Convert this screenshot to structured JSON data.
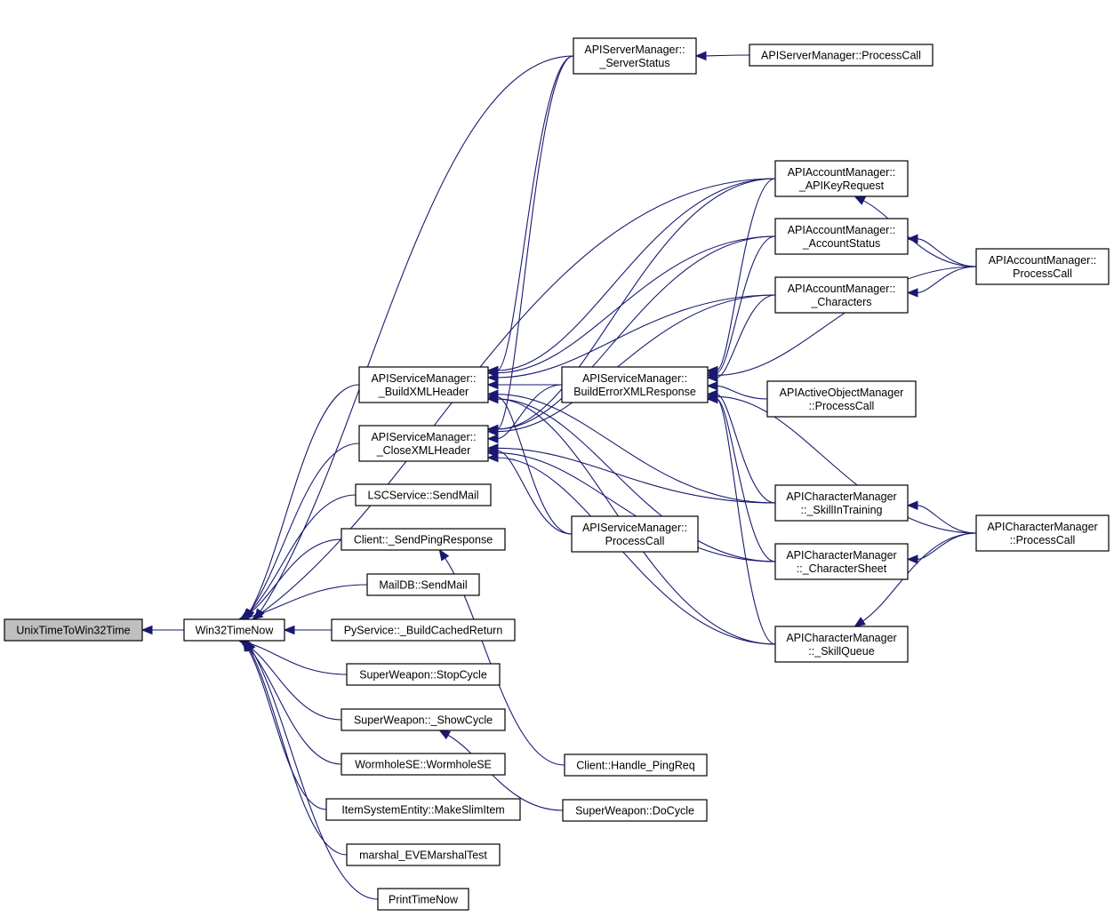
{
  "graph": {
    "title": "Caller graph for UnixTimeToWin32Time",
    "colors": {
      "edge": "#191970",
      "root_fill": "#bfbfbf",
      "node_fill": "#ffffff",
      "node_border": "#000000"
    },
    "nodes": [
      {
        "id": "unix2win",
        "lines": [
          "UnixTimeToWin32Time"
        ],
        "root": true
      },
      {
        "id": "win32now",
        "lines": [
          "Win32TimeNow"
        ]
      },
      {
        "id": "buildxml",
        "lines": [
          "APIServiceManager::",
          "_BuildXMLHeader"
        ]
      },
      {
        "id": "closexml",
        "lines": [
          "APIServiceManager::",
          "_CloseXMLHeader"
        ]
      },
      {
        "id": "lscmail",
        "lines": [
          "LSCService::SendMail"
        ]
      },
      {
        "id": "sendping",
        "lines": [
          "Client::_SendPingResponse"
        ]
      },
      {
        "id": "maildb",
        "lines": [
          "MailDB::SendMail"
        ]
      },
      {
        "id": "pyservice",
        "lines": [
          "PyService::_BuildCachedReturn"
        ]
      },
      {
        "id": "stopcycle",
        "lines": [
          "SuperWeapon::StopCycle"
        ]
      },
      {
        "id": "showcycle",
        "lines": [
          "SuperWeapon::_ShowCycle"
        ]
      },
      {
        "id": "wormhole",
        "lines": [
          "WormholeSE::WormholeSE"
        ]
      },
      {
        "id": "slimitem",
        "lines": [
          "ItemSystemEntity::MakeSlimItem"
        ]
      },
      {
        "id": "marshal",
        "lines": [
          "marshal_EVEMarshalTest"
        ]
      },
      {
        "id": "printtime",
        "lines": [
          "PrintTimeNow"
        ]
      },
      {
        "id": "serverstatus",
        "lines": [
          "APIServerManager::",
          "_ServerStatus"
        ]
      },
      {
        "id": "builderr",
        "lines": [
          "APIServiceManager::",
          "BuildErrorXMLResponse"
        ]
      },
      {
        "id": "svcprocess",
        "lines": [
          "APIServiceManager::",
          "ProcessCall"
        ]
      },
      {
        "id": "handleping",
        "lines": [
          "Client::Handle_PingReq"
        ]
      },
      {
        "id": "docycle",
        "lines": [
          "SuperWeapon::DoCycle"
        ]
      },
      {
        "id": "srvprocess",
        "lines": [
          "APIServerManager::ProcessCall"
        ]
      },
      {
        "id": "apikey",
        "lines": [
          "APIAccountManager::",
          "_APIKeyRequest"
        ]
      },
      {
        "id": "acctstatus",
        "lines": [
          "APIAccountManager::",
          "_AccountStatus"
        ]
      },
      {
        "id": "characters",
        "lines": [
          "APIAccountManager::",
          "_Characters"
        ]
      },
      {
        "id": "activeobj",
        "lines": [
          "APIActiveObjectManager",
          "::ProcessCall"
        ]
      },
      {
        "id": "skilltrain",
        "lines": [
          "APICharacterManager",
          "::_SkillInTraining"
        ]
      },
      {
        "id": "charsheet",
        "lines": [
          "APICharacterManager",
          "::_CharacterSheet"
        ]
      },
      {
        "id": "skillqueue",
        "lines": [
          "APICharacterManager",
          "::_SkillQueue"
        ]
      },
      {
        "id": "acctprocess",
        "lines": [
          "APIAccountManager::",
          "ProcessCall"
        ]
      },
      {
        "id": "charprocess",
        "lines": [
          "APICharacterManager",
          "::ProcessCall"
        ]
      }
    ],
    "edges": [
      [
        "win32now",
        "unix2win"
      ],
      [
        "buildxml",
        "win32now"
      ],
      [
        "closexml",
        "win32now"
      ],
      [
        "lscmail",
        "win32now"
      ],
      [
        "sendping",
        "win32now"
      ],
      [
        "maildb",
        "win32now"
      ],
      [
        "pyservice",
        "win32now"
      ],
      [
        "stopcycle",
        "win32now"
      ],
      [
        "showcycle",
        "win32now"
      ],
      [
        "wormhole",
        "win32now"
      ],
      [
        "slimitem",
        "win32now"
      ],
      [
        "marshal",
        "win32now"
      ],
      [
        "printtime",
        "win32now"
      ],
      [
        "serverstatus",
        "win32now"
      ],
      [
        "apikey",
        "win32now"
      ],
      [
        "serverstatus",
        "buildxml"
      ],
      [
        "serverstatus",
        "closexml"
      ],
      [
        "builderr",
        "buildxml"
      ],
      [
        "builderr",
        "closexml"
      ],
      [
        "svcprocess",
        "buildxml"
      ],
      [
        "svcprocess",
        "closexml"
      ],
      [
        "apikey",
        "buildxml"
      ],
      [
        "apikey",
        "closexml"
      ],
      [
        "acctstatus",
        "buildxml"
      ],
      [
        "acctstatus",
        "closexml"
      ],
      [
        "characters",
        "buildxml"
      ],
      [
        "characters",
        "closexml"
      ],
      [
        "skilltrain",
        "buildxml"
      ],
      [
        "skilltrain",
        "closexml"
      ],
      [
        "charsheet",
        "buildxml"
      ],
      [
        "charsheet",
        "closexml"
      ],
      [
        "skillqueue",
        "buildxml"
      ],
      [
        "skillqueue",
        "closexml"
      ],
      [
        "handleping",
        "sendping"
      ],
      [
        "docycle",
        "showcycle"
      ],
      [
        "srvprocess",
        "serverstatus"
      ],
      [
        "apikey",
        "builderr"
      ],
      [
        "acctstatus",
        "builderr"
      ],
      [
        "characters",
        "builderr"
      ],
      [
        "acctprocess",
        "builderr"
      ],
      [
        "activeobj",
        "builderr"
      ],
      [
        "charprocess",
        "builderr"
      ],
      [
        "skilltrain",
        "builderr"
      ],
      [
        "charsheet",
        "builderr"
      ],
      [
        "skillqueue",
        "builderr"
      ],
      [
        "acctprocess",
        "apikey"
      ],
      [
        "acctprocess",
        "acctstatus"
      ],
      [
        "acctprocess",
        "characters"
      ],
      [
        "charprocess",
        "skilltrain"
      ],
      [
        "charprocess",
        "charsheet"
      ],
      [
        "charprocess",
        "skillqueue"
      ]
    ]
  }
}
